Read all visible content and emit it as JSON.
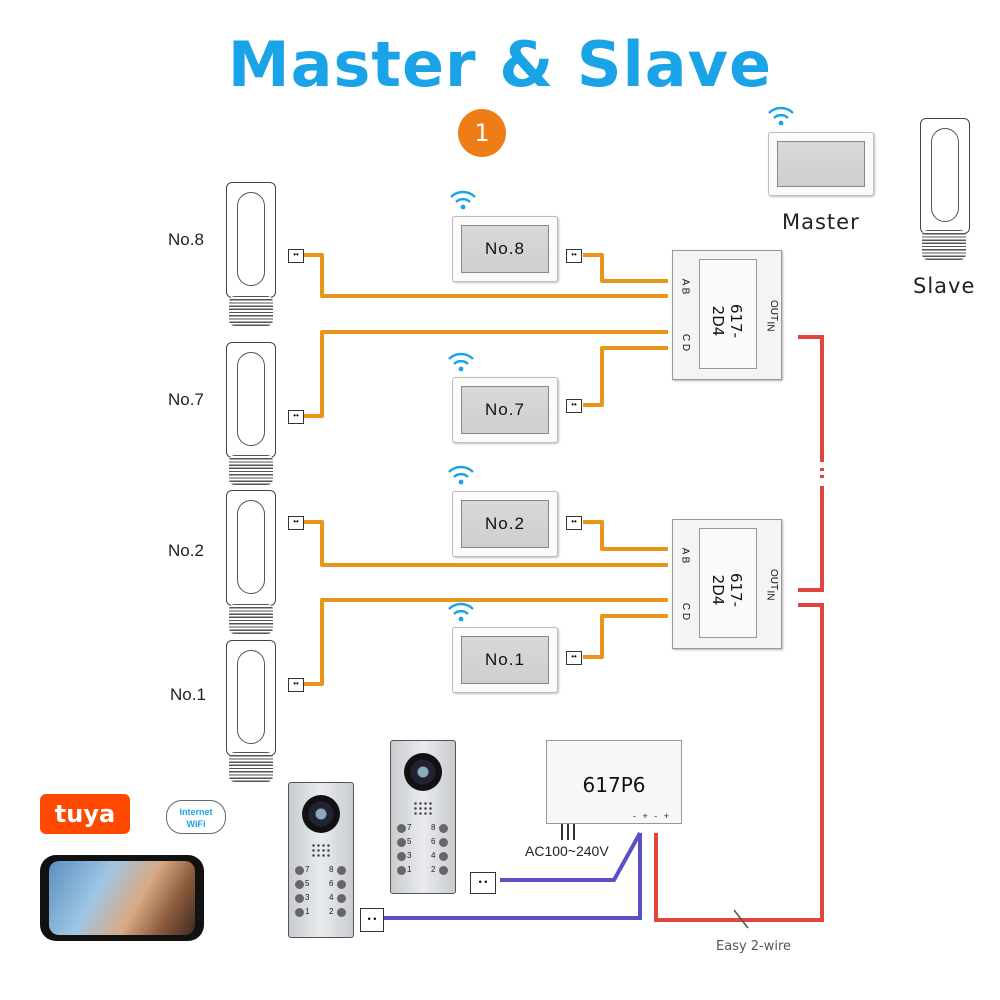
{
  "title": "Master & Slave",
  "step_badge": "1",
  "colors": {
    "title": "#1aa3e6",
    "badge": "#ee7d15",
    "wire_indoor": "#e8951a",
    "wire_bus": "#e0463f",
    "wire_outdoor": "#5b4fc6",
    "wifi": "#1aa3e6",
    "tuya": "#ff4800"
  },
  "handsets": [
    {
      "label": "No.8"
    },
    {
      "label": "No.7"
    },
    {
      "label": "No.2"
    },
    {
      "label": "No.1"
    }
  ],
  "monitors": [
    {
      "label": "No.8"
    },
    {
      "label": "No.7"
    },
    {
      "label": "No.2"
    },
    {
      "label": "No.1"
    }
  ],
  "legend": {
    "master": "Master",
    "slave": "Slave"
  },
  "distributors": [
    {
      "name": "617-2D4",
      "port_ab": "A B",
      "port_cd": "C D",
      "port_in": "IN",
      "port_out": "OUT"
    },
    {
      "name": "617-2D4",
      "port_ab": "A B",
      "port_cd": "C D",
      "port_in": "IN",
      "port_out": "OUT"
    }
  ],
  "power_supply": {
    "name": "617P6",
    "input": "AC100~240V",
    "terminals": "- + - +"
  },
  "wire_note": "Easy 2-wire",
  "app": {
    "brand": "tuya",
    "cloud_line1": "Internet",
    "cloud_line2": "WiFi"
  },
  "doorstation_keys": [
    "7",
    "8",
    "5",
    "6",
    "3",
    "4",
    "1",
    "2"
  ],
  "icons": [
    "wifi-icon",
    "handset-icon",
    "coil-cord-icon",
    "monitor-icon",
    "terminal-block-icon",
    "camera-lens-icon",
    "keypad-icon",
    "smartphone-icon",
    "cloud-icon"
  ]
}
